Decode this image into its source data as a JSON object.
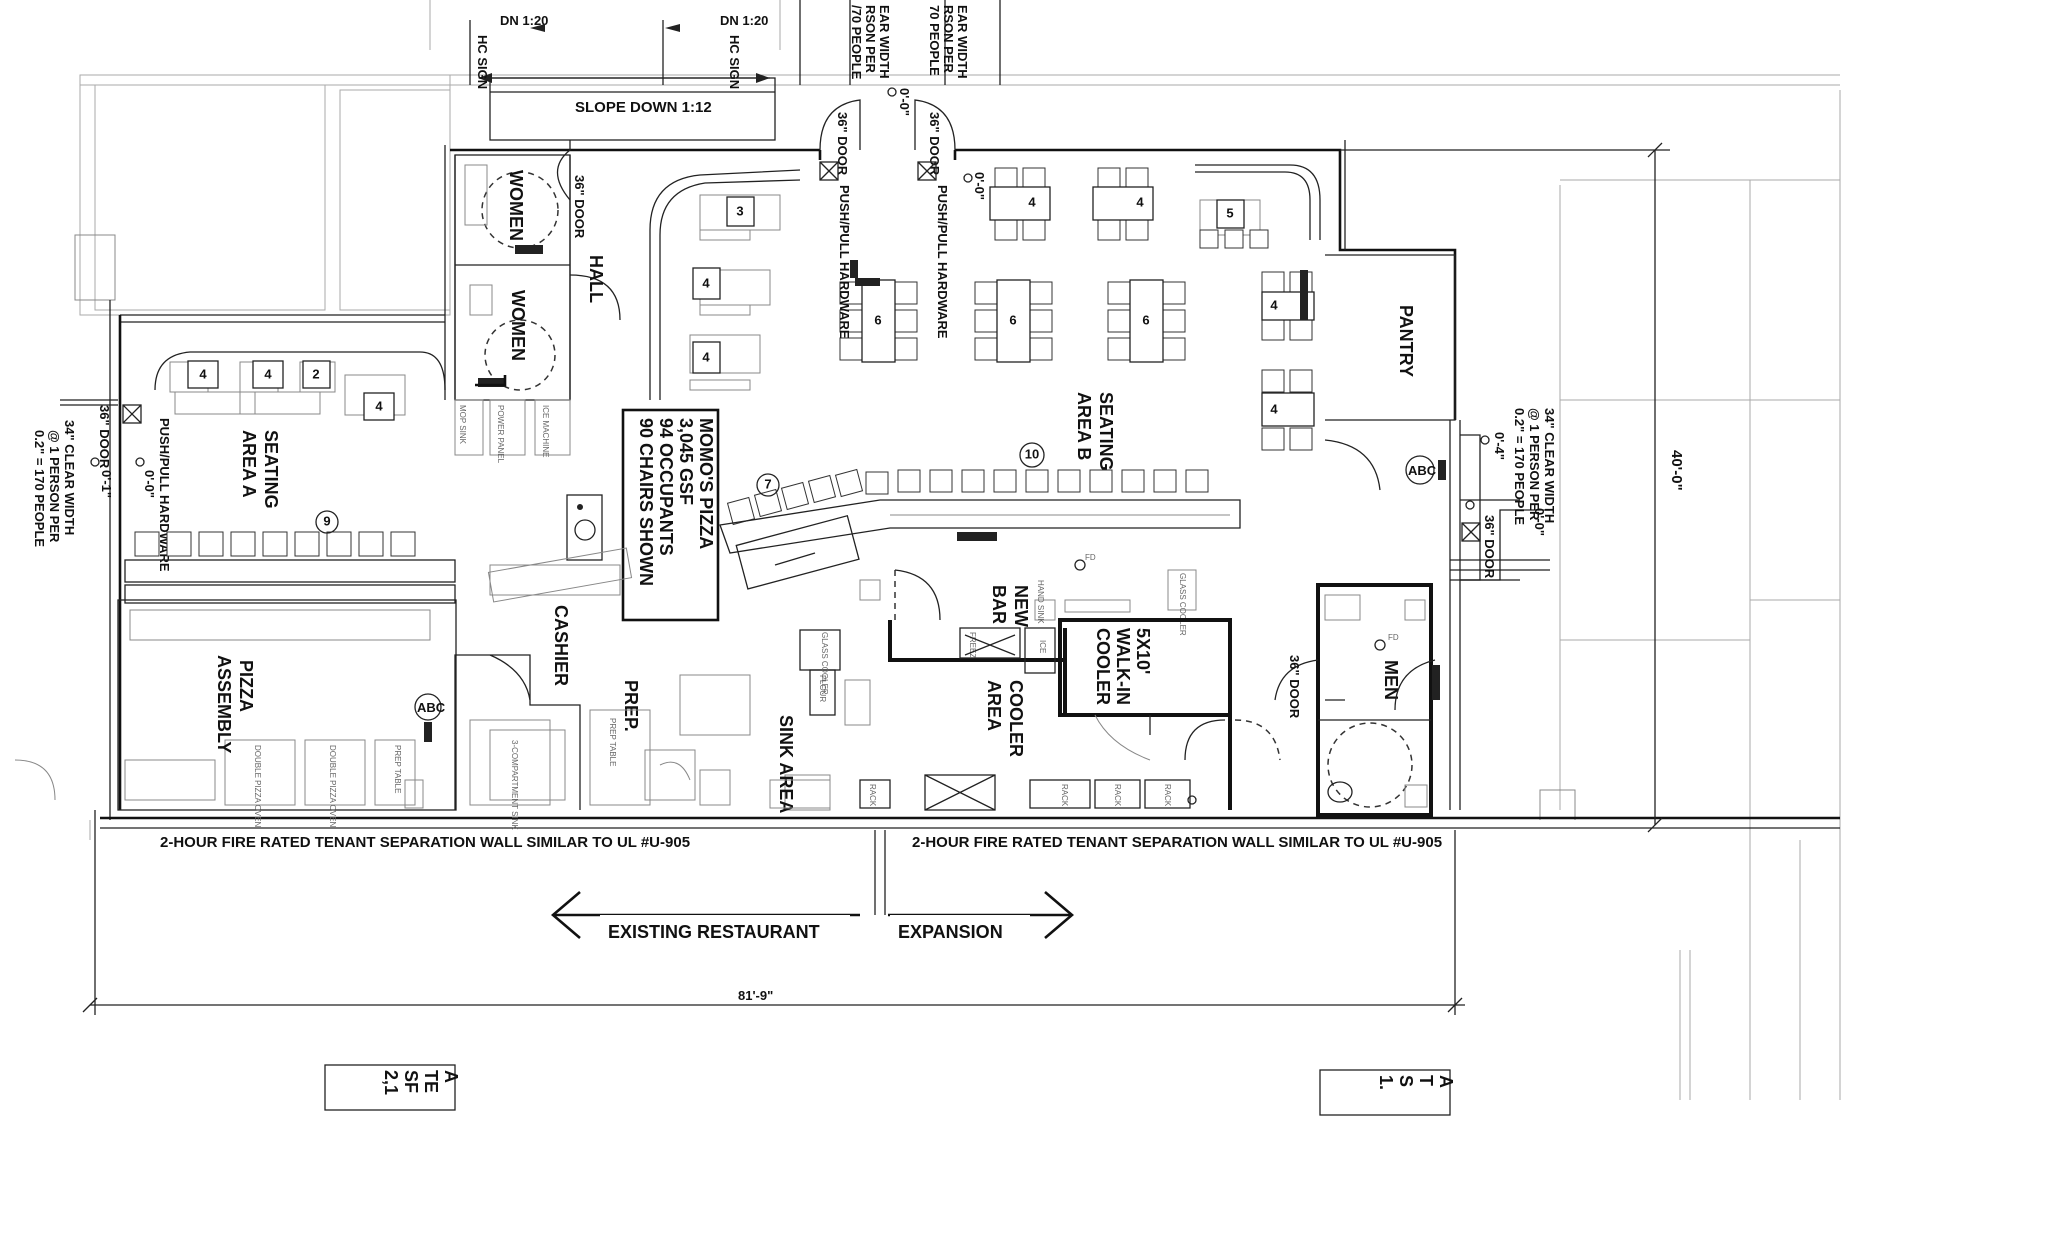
{
  "labels": {
    "dn_left": "DN 1:20",
    "dn_right": "DN 1:20",
    "hc_sign_left": "HC SIGN",
    "hc_sign_right": "HC SIGN",
    "slope_down": "SLOPE DOWN 1:12",
    "clear_width_top_1": "EAR WIDTH",
    "clear_width_top_2": "RSON PER",
    "clear_width_top_3": "/70 PEOPLE",
    "clear_width_top_b1": "EAR WIDTH",
    "clear_width_top_b2": "RSON PER",
    "clear_width_top_b3": "70 PEOPLE",
    "door_36_a": "36\" DOOR",
    "door_36_b": "36\" DOOR",
    "door_36_c": "36\" DOOR",
    "door_36_d": "36\" DOOR",
    "door_36_e": "36\" DOOR",
    "door_36_f": "36\" DOOR",
    "push_pull_1": "PUSH/PULL HARDWARE",
    "push_pull_2": "PUSH/PULL HARDWARE",
    "push_pull_3": "PUSH/PULL HARDWARE",
    "dim_0_0_a": "0'-0\"",
    "dim_0_0_b": "0'-0\"",
    "dim_0_0_c": "0'-0\"",
    "dim_0_4": "0'-4\"",
    "dim_0_0_d": "0'-0\"",
    "dim_0_1": "0'-1\"",
    "women_1": "WOMEN",
    "women_2": "WOMEN",
    "hall": "HALL",
    "pantry": "PANTRY",
    "seating_a_1": "SEATING",
    "seating_a_2": "AREA A",
    "seating_b_1": "SEATING",
    "seating_b_2": "AREA B",
    "momos_1": "MOMO'S PIZZA",
    "momos_2": "3,045 GSF",
    "momos_3": "94 OCCUPANTS",
    "momos_4": "90 CHAIRS SHOWN",
    "cashier": "CASHIER",
    "prep": "PREP.",
    "sink_area": "SINK AREA",
    "pizza_1": "PIZZA",
    "pizza_2": "ASSEMBLY",
    "new_bar_1": "NEW",
    "new_bar_2": "BAR",
    "cooler_area_1": "COOLER",
    "cooler_area_2": "AREA",
    "walkin_1": "5X10'",
    "walkin_2": "WALK-IN",
    "walkin_3": "COOLER",
    "men": "MEN",
    "abc_1": "ABC",
    "abc_2": "ABC",
    "right_clear_1": "34\" CLEAR WIDTH",
    "right_clear_2": "@ 1 PERSON PER",
    "right_clear_3": "0.2\" = 170 PEOPLE",
    "left_clear_1": "34\" CLEAR WIDTH",
    "left_clear_2": "@ 1 PERSON PER",
    "left_clear_3": "0.2\" = 170 PEOPLE",
    "fire_wall_left": "2-HOUR FIRE RATED TENANT SEPARATION WALL SIMILAR TO UL #U-905",
    "fire_wall_right": "2-HOUR FIRE RATED TENANT SEPARATION WALL SIMILAR TO UL #U-905",
    "existing_restaurant": "EXISTING RESTAURANT",
    "expansion": "EXPANSION",
    "dim_width": "81'-9\"",
    "dim_height": "40'-0\"",
    "stub_left_1": "A",
    "stub_left_2": "TE",
    "stub_left_3": "SF",
    "stub_left_4": "2,1",
    "stub_right_1": "A",
    "stub_right_2": "T",
    "stub_right_3": "S",
    "stub_right_4": "1.",
    "rack_1": "RACK",
    "rack_2": "RACK",
    "rack_3": "RACK",
    "rack_4": "RACK",
    "glass_cooler_1": "GLASS COOLER",
    "glass_cooler_2": "GLASS COOLER",
    "hand_sink": "HAND SINK",
    "ice": "ICE",
    "freezer": "FREEZ",
    "fd_1": "FD",
    "fd_2": "FD",
    "flour": "FLOUR"
  },
  "table_numbers": {
    "t_area_a_1": "4",
    "t_area_a_2": "4",
    "t_area_a_3": "2",
    "t_area_a_4": "4",
    "t_area_a_count": "9",
    "t_booth_1": "3",
    "t_booth_2": "4",
    "t_booth_3": "4",
    "t_b_top_1": "4",
    "t_b_top_2": "4",
    "t_corner": "5",
    "t_b_mid_1": "6",
    "t_b_mid_2": "6",
    "t_b_mid_3": "6",
    "t_pantry_1": "4",
    "t_pantry_2": "4",
    "t_bar_7": "7",
    "t_bar_10": "10"
  },
  "colors": {
    "ink": "#111111",
    "paper": "#ffffff",
    "faint": "#aaaaaa"
  },
  "icons": {
    "accessible": "wheelchair-icon"
  }
}
